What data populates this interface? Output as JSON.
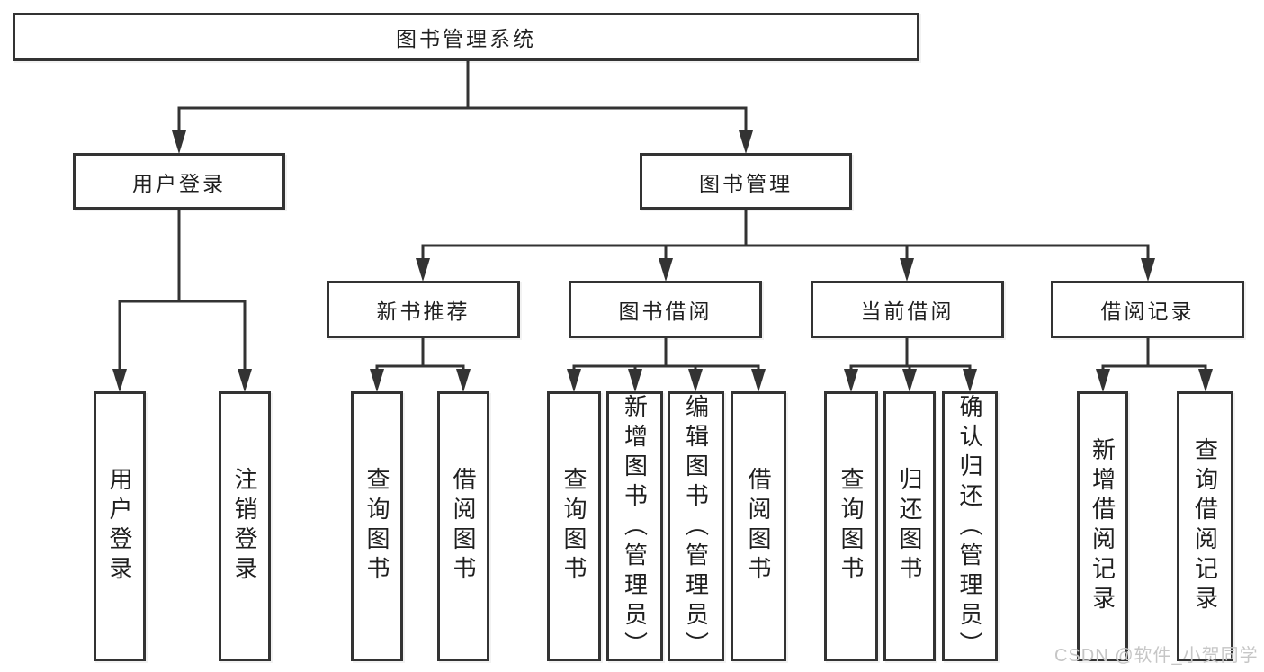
{
  "root": {
    "label": "图书管理系统"
  },
  "level1": [
    {
      "label": "用户登录"
    },
    {
      "label": "图书管理"
    }
  ],
  "level2": [
    {
      "label": "新书推荐"
    },
    {
      "label": "图书借阅"
    },
    {
      "label": "当前借阅"
    },
    {
      "label": "借阅记录"
    }
  ],
  "leaves": [
    {
      "label": "用户登录"
    },
    {
      "label": "注销登录"
    },
    {
      "label": "查询图书"
    },
    {
      "label": "借阅图书"
    },
    {
      "label": "查询图书"
    },
    {
      "label": "新增图书（管理员）"
    },
    {
      "label": "编辑图书（管理员）"
    },
    {
      "label": "借阅图书"
    },
    {
      "label": "查询图书"
    },
    {
      "label": "归还图书"
    },
    {
      "label": "确认归还（管理员）"
    },
    {
      "label": "新增借阅记录"
    },
    {
      "label": "查询借阅记录"
    }
  ],
  "watermark": "CSDN @软件_小贺同学",
  "colors": {
    "line": "#333333",
    "text": "#1f1f1f",
    "watermark": "#c6c6c6",
    "background": "#ffffff"
  }
}
